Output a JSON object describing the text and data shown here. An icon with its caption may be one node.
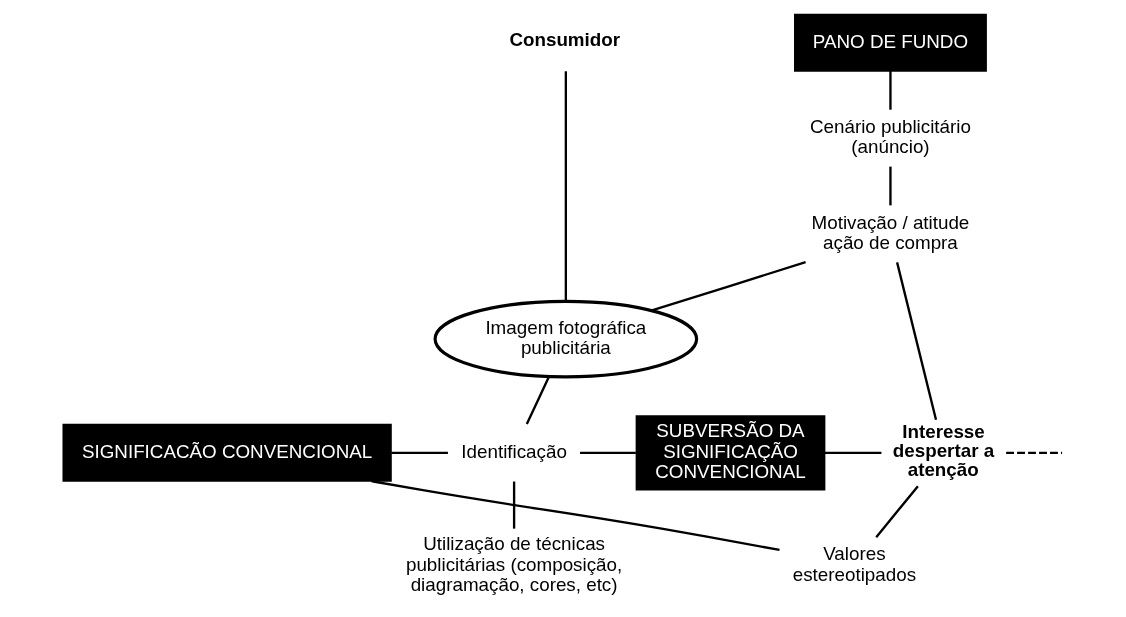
{
  "diagram": {
    "nodes": [
      {
        "text": [
          "PANO DE FUNDO"
        ]
      },
      {
        "text": [
          "Consumidor"
        ]
      },
      {
        "text": [
          "Cenário publicitário (anúncio)"
        ]
      },
      {
        "text": [
          "Motivação / atitude ação de compra"
        ]
      },
      {
        "text": [
          "Imagem fotográfica publicitária"
        ]
      },
      {
        "text": [
          "SIGNIFICACÃO CONVENCIONAL"
        ]
      },
      {
        "text": [
          "Identificação"
        ]
      },
      {
        "text": [
          "SUBVERSÃO DA SIGNIFICAÇÃO CONVENCIONAL"
        ]
      },
      {
        "text": [
          "Interesse despertar a atenção"
        ]
      },
      {
        "text": [
          "Utilização de técnicas publicitárias (composição, diagramação, cores, etc)"
        ]
      },
      {
        "text": [
          "Valores estereotipados"
        ]
      }
    ],
    "edges": [
      {
        "from": 0,
        "to": 2,
        "arrow": "none"
      },
      {
        "from": 2,
        "to": 3,
        "arrow": "none"
      },
      {
        "from": 3,
        "to": 4,
        "arrow": "none"
      },
      {
        "from": 1,
        "to": 4,
        "arrow": "none"
      },
      {
        "from": 3,
        "to": 8,
        "arrow": "none"
      },
      {
        "from": 4,
        "to": 6,
        "arrow": "none"
      },
      {
        "from": 5,
        "to": 6,
        "arrow": "none"
      },
      {
        "from": 6,
        "to": 7,
        "arrow": "none"
      },
      {
        "from": 7,
        "to": 8,
        "arrow": "none"
      },
      {
        "from": 8,
        "to": null,
        "arrow": "none",
        "style": "dashed"
      },
      {
        "from": 6,
        "to": 9,
        "arrow": "none"
      },
      {
        "from": 5,
        "to": 10,
        "arrow": "none"
      },
      {
        "from": 8,
        "to": 10,
        "arrow": "none"
      }
    ]
  }
}
